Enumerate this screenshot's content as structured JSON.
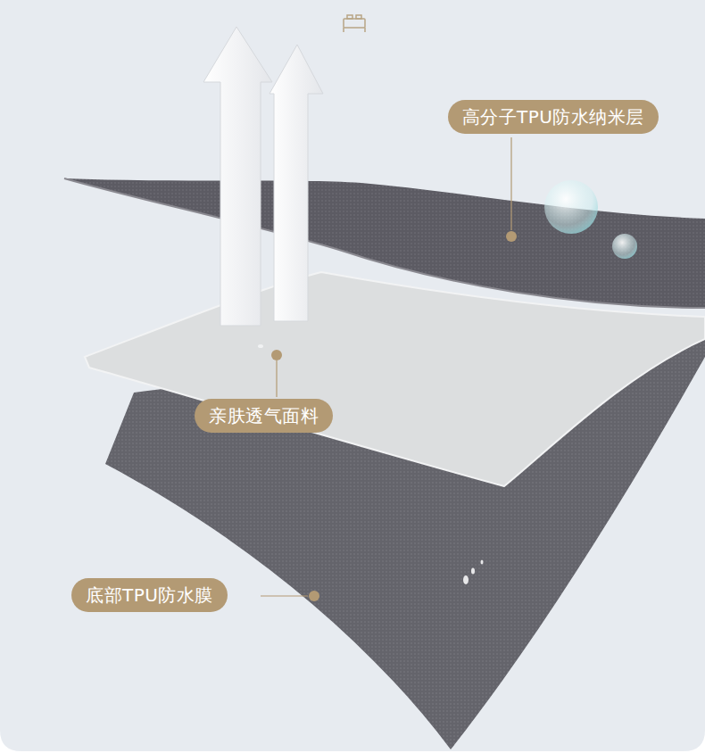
{
  "diagram": {
    "nodes": [
      {
        "text": [
          "高分子TPU防水纳米层"
        ]
      },
      {
        "text": [
          "亲肤透气面料"
        ]
      },
      {
        "text": [
          "底部TPU防水膜"
        ]
      }
    ]
  }
}
